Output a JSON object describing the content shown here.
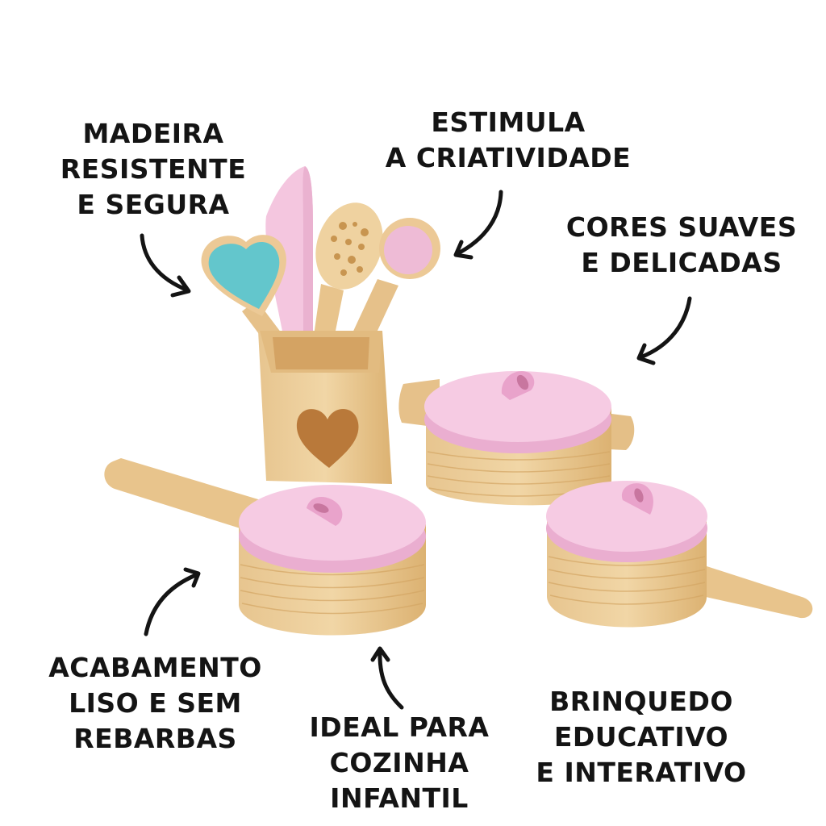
{
  "product": "wooden-toy-kitchen-set",
  "colors": {
    "background": "#ffffff",
    "wood": "#e8c48c",
    "wood_dark": "#d6a663",
    "lid_pink": "#f5c9e2",
    "lid_pink_edge": "#eaaed0",
    "knob_pink": "#e9a3cb",
    "heart_blue": "#63c6cc",
    "text": "#141414"
  },
  "callouts": [
    {
      "id": "madeira",
      "lines": [
        "MADEIRA",
        "RESISTENTE",
        "E SEGURA"
      ]
    },
    {
      "id": "estimula",
      "lines": [
        "ESTIMULA",
        "A CRIATIVIDADE"
      ]
    },
    {
      "id": "cores",
      "lines": [
        "CORES SUAVES",
        "E DELICADAS"
      ]
    },
    {
      "id": "acabamento",
      "lines": [
        "ACABAMENTO",
        "LISO E SEM",
        "REBARBAS"
      ]
    },
    {
      "id": "ideal",
      "lines": [
        "IDEAL PARA",
        "COZINHA",
        "INFANTIL"
      ]
    },
    {
      "id": "brinquedo",
      "lines": [
        "BRINQUEDO",
        "EDUCATIVO",
        "E INTERATIVO"
      ]
    }
  ],
  "items": [
    "utensil-holder-with-heart-cutout",
    "heart-spatula-blue",
    "pink-knife",
    "slotted-spoon",
    "pink-ladle",
    "pot-with-two-handles",
    "frying-pan-left",
    "saucepan-right"
  ]
}
